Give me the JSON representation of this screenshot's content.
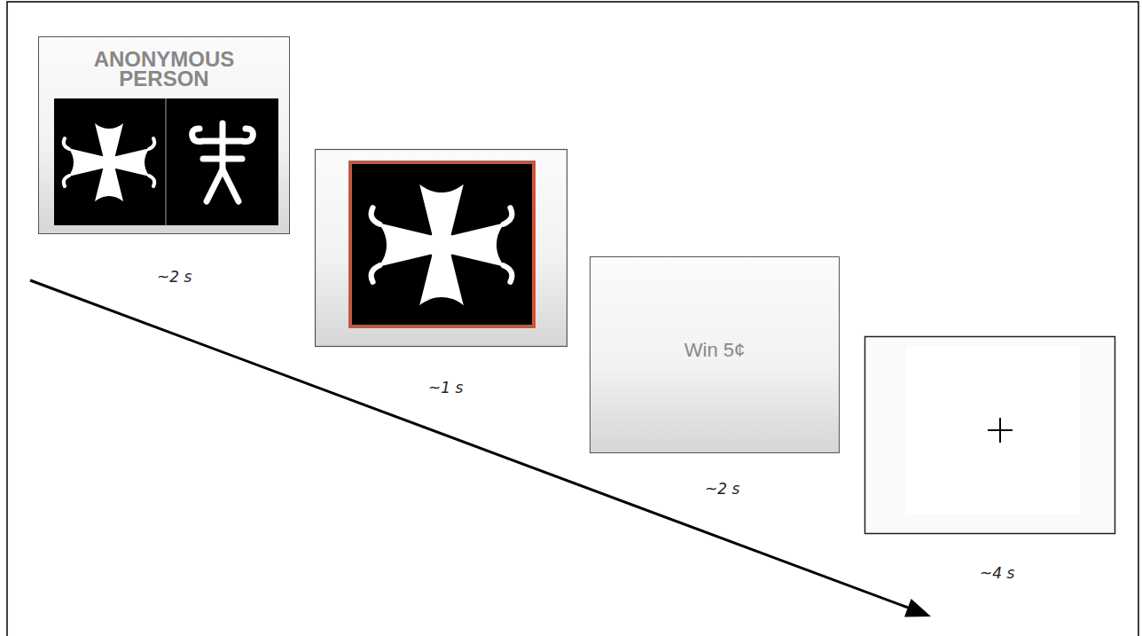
{
  "diagram": {
    "nodes": [
      {
        "text": [
          "ANONYMOUS PERSON"
        ]
      },
      {
        "text": [
          "Win 5¢"
        ]
      }
    ],
    "labels": [
      "~2 s",
      "~1 s",
      "~2 s",
      "~4 s"
    ]
  }
}
